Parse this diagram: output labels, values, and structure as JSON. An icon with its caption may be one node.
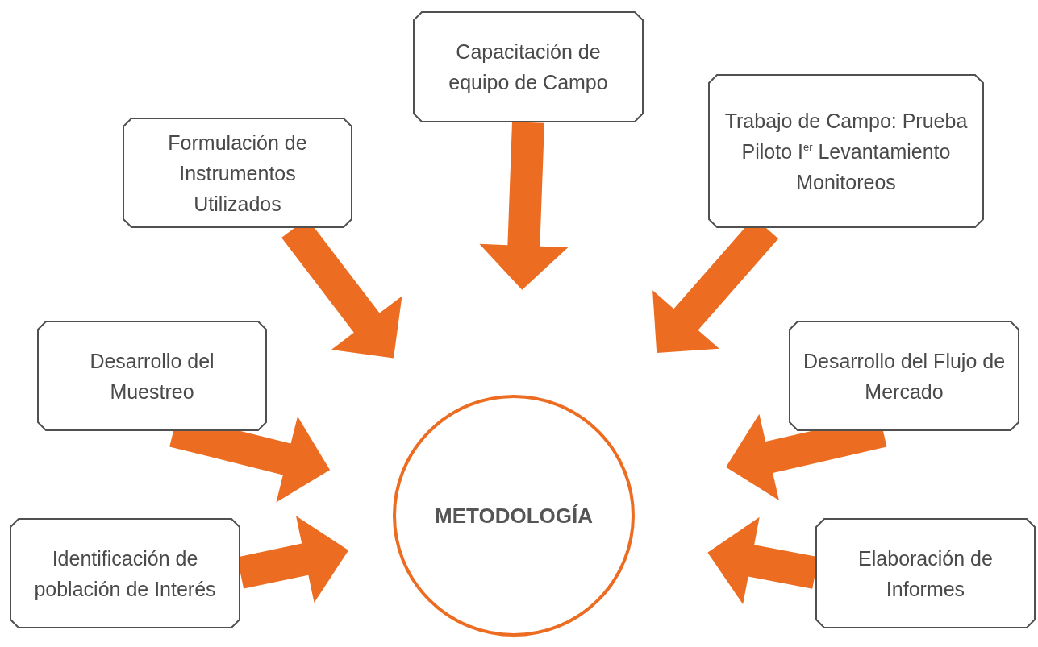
{
  "diagram": {
    "nodes": [
      {
        "text": [
          "METODOLOGÍA"
        ]
      },
      {
        "text": [
          "Capacitación de equipo de Campo"
        ]
      },
      {
        "text": [
          "Formulación de Instrumentos Utilizados"
        ]
      },
      {
        "text": [
          "Trabajo de Campo: Prueba Piloto I$^{er}$ Levantamiento Monitoreos"
        ]
      },
      {
        "text": [
          "Desarrollo del Muestreo"
        ]
      },
      {
        "text": [
          "Desarrollo del Flujo de Mercado"
        ]
      },
      {
        "text": [
          "Identificación de población de Interés"
        ]
      },
      {
        "text": [
          "Elaboración de Informes"
        ]
      }
    ],
    "edges": [
      {
        "from": 1,
        "to": 0,
        "arrow": "to",
        "style": "thick"
      },
      {
        "from": 2,
        "to": 0,
        "arrow": "to",
        "style": "thick"
      },
      {
        "from": 3,
        "to": 0,
        "arrow": "to",
        "style": "thick"
      },
      {
        "from": 4,
        "to": 0,
        "arrow": "to",
        "style": "thick"
      },
      {
        "from": 5,
        "to": 0,
        "arrow": "to",
        "style": "thick"
      },
      {
        "from": 6,
        "to": 0,
        "arrow": "to",
        "style": "thick"
      },
      {
        "from": 7,
        "to": 0,
        "arrow": "to",
        "style": "thick"
      }
    ]
  }
}
